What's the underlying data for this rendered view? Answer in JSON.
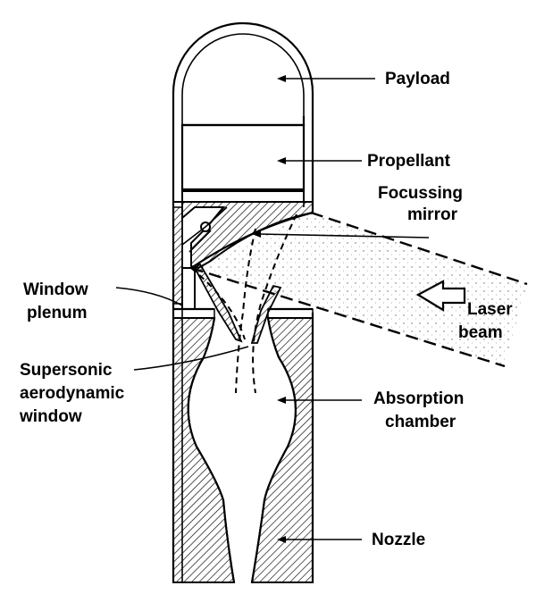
{
  "labels": {
    "payload": "Payload",
    "propellant": "Propellant",
    "focussing_line1": "Focussing",
    "focussing_line2": "mirror",
    "window_line1": "Window",
    "window_line2": "plenum",
    "laser_line1": "Laser",
    "laser_line2": "beam",
    "supersonic_line1": "Supersonic",
    "supersonic_line2": "aerodynamic",
    "supersonic_line3": "window",
    "absorption_line1": "Absorption",
    "absorption_line2": "chamber",
    "nozzle": "Nozzle"
  }
}
